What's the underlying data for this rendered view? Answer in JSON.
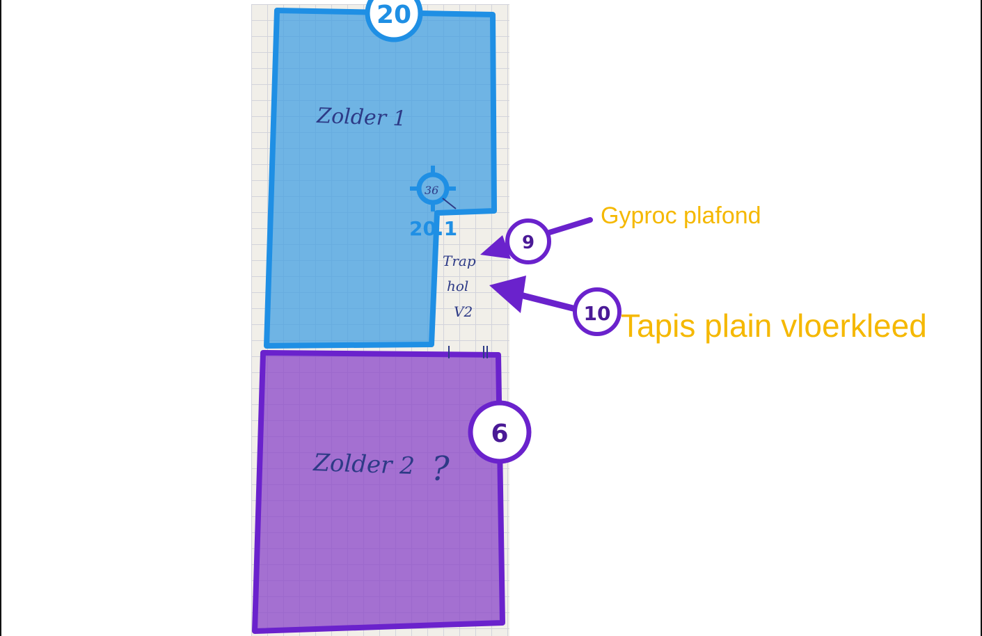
{
  "annotations": {
    "gyproc_label": "Gyproc plafond",
    "tapis_label": "Tapis plain vloerkleed"
  },
  "markers": {
    "zone_main": "20",
    "zone_sub": "20.1",
    "gyproc_number": "9",
    "tapis_number": "10",
    "zolder2_number": "6",
    "target_number": "36"
  },
  "handwriting": {
    "zolder1": "Zolder 1",
    "zolder2": "Zolder 2",
    "stair_line1": "Trap",
    "stair_line2": "hol",
    "stair_line3": "V2",
    "question_mark": "?"
  },
  "colors": {
    "blue_zone": "#3d9de2",
    "blue_stroke": "#1f8fe4",
    "purple_zone": "#8a45c8",
    "purple_stroke": "#6a22cc",
    "label_yellow": "#f5b800"
  }
}
